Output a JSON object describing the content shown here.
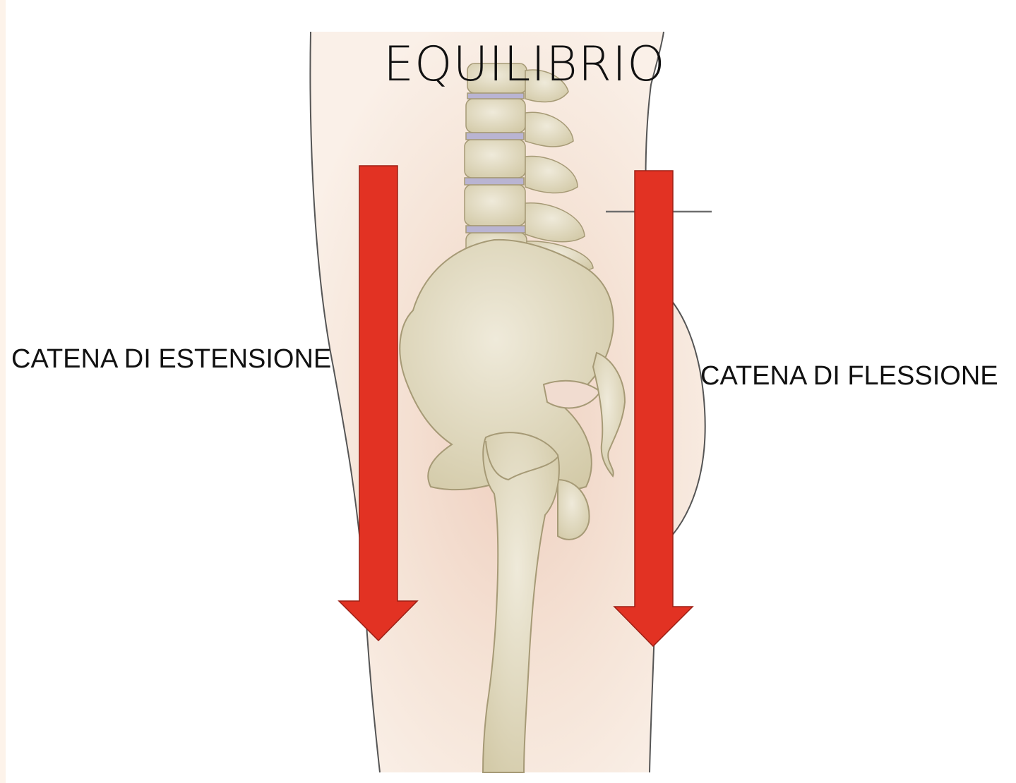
{
  "title": "EQUILIBRIO",
  "labels": {
    "extension_chain": "CATENA DI ESTENSIONE",
    "flexion_chain": "CATENA DI FLESSIONE"
  },
  "colors": {
    "arrow": "#e23223",
    "skin": "#f4e1d4",
    "bone": "#ddd6bc",
    "bone_outline": "#a69a76",
    "disc": "#b9b4d2"
  },
  "icons": {
    "left_arrow": "arrow-down-icon",
    "right_arrow": "arrow-down-icon"
  }
}
